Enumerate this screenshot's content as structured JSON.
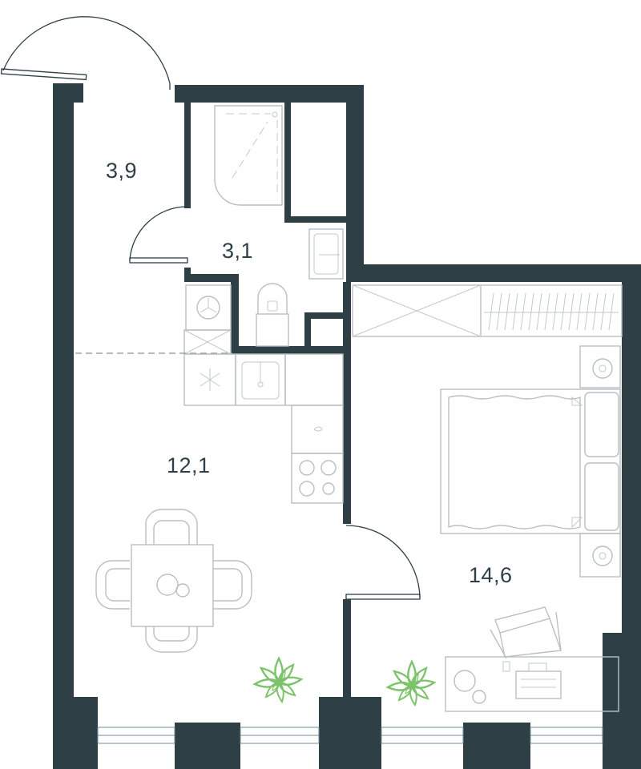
{
  "colors": {
    "wall": "#2e3f45",
    "furniture": "#b9bfc2",
    "plant": "#7cc36b",
    "background": "#ffffff"
  },
  "rooms": [
    {
      "id": "balcony",
      "area_label": "3,9"
    },
    {
      "id": "bathroom",
      "area_label": "3,1"
    },
    {
      "id": "kitchen-living",
      "area_label": "12,1"
    },
    {
      "id": "bedroom",
      "area_label": "14,6"
    }
  ],
  "icons": [
    "door-arc-icon",
    "shower-icon",
    "sink-icon",
    "toilet-icon",
    "washing-machine-icon",
    "hob-icon",
    "bed-icon",
    "dining-table-icon",
    "desk-icon",
    "chair-icon",
    "plant-icon",
    "wardrobe-icon"
  ]
}
